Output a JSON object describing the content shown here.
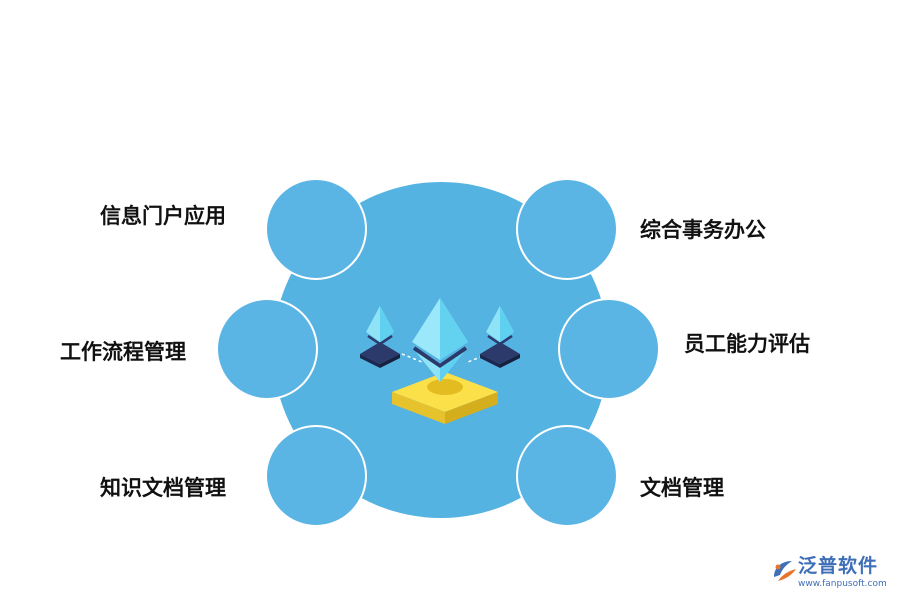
{
  "diagram": {
    "items": [
      {
        "label": "信息门户应用"
      },
      {
        "label": "工作流程管理"
      },
      {
        "label": "知识文档管理"
      },
      {
        "label": "综合事务办公"
      },
      {
        "label": "员工能力评估"
      },
      {
        "label": "文档管理"
      }
    ]
  },
  "colors": {
    "big_circle": "#55b3e2",
    "node_circle": "#5bb5e4",
    "node_border": "#ffffff",
    "gem_light": "#8fe3f7",
    "gem_dark": "#2b3a6b",
    "base_gold": "#f7d439"
  },
  "logo": {
    "name": "泛普软件",
    "url": "www.fanpusoft.com",
    "icon": "fanpu-logo-icon"
  }
}
